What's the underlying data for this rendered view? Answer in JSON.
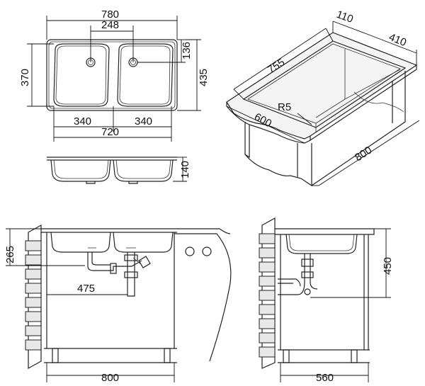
{
  "top_view": {
    "total_width": "780",
    "drain_spacing": "248",
    "total_depth": "435",
    "bowl_depth": "370",
    "drain_offset": "136",
    "left_bowl_width": "340",
    "right_bowl_width": "340",
    "bowls_width": "720"
  },
  "side_profile": {
    "bowl_height": "140"
  },
  "isometric": {
    "back_width": "110",
    "depth": "410",
    "length": "755",
    "corner_radius": "R5",
    "cabinet_depth": "600",
    "cabinet_width": "800"
  },
  "front_section": {
    "sink_height": "265",
    "drain_distance": "475",
    "cabinet_width": "800"
  },
  "side_section": {
    "height": "450",
    "cabinet_depth": "560"
  }
}
